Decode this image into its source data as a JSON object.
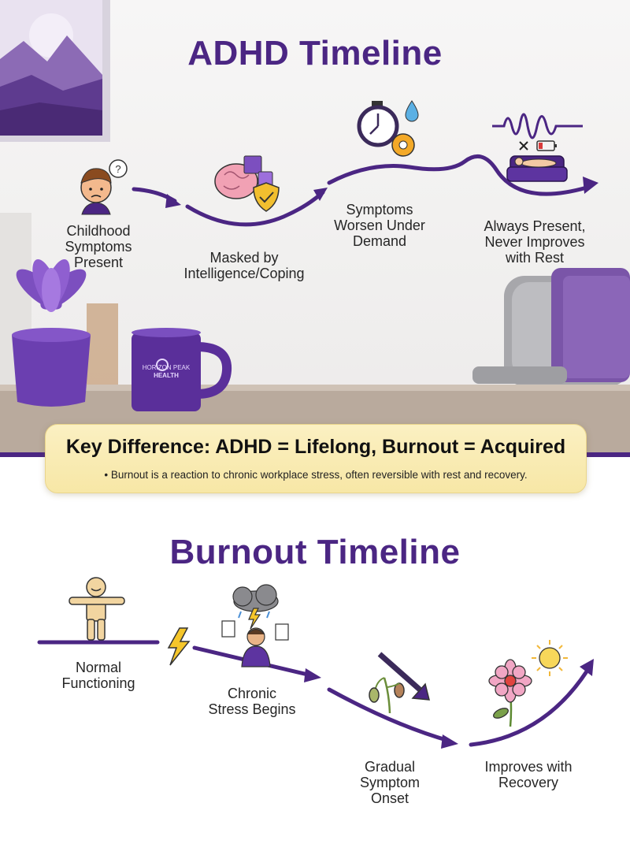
{
  "adhd": {
    "title": "ADHD Timeline",
    "stages": [
      {
        "label": "Childhood\nSymptoms\nPresent",
        "icon": "confused-child-icon"
      },
      {
        "label": "Masked by\nIntelligence/Coping",
        "icon": "brain-puzzle-shield-icon"
      },
      {
        "label": "Symptoms\nWorsen Under\nDemand",
        "icon": "stopwatch-gear-drop-icon"
      },
      {
        "label": "Always Present,\nNever Improves\nwith Rest",
        "icon": "sleep-sofa-low-battery-icon"
      }
    ]
  },
  "mug": {
    "brand_line1": "HORIZON PEAK",
    "brand_line2": "HEALTH"
  },
  "key_difference": {
    "title": "Key Difference: ADHD = Lifelong, Burnout = Acquired",
    "body": "• Burnout is a reaction to chronic workplace stress, often reversible with rest and recovery."
  },
  "burnout": {
    "title": "Burnout Timeline",
    "stages": [
      {
        "label": "Normal\nFunctioning",
        "icon": "happy-person-icon"
      },
      {
        "label": "Chronic\nStress Begins",
        "icon": "stressed-person-storm-cloud-icon"
      },
      {
        "label": "Gradual\nSymptom\nOnset",
        "icon": "wilting-plant-down-arrow-icon"
      },
      {
        "label": "Improves with\nRecovery",
        "icon": "flower-sun-icon"
      }
    ]
  },
  "colors": {
    "accent": "#4b2683",
    "callout": "#f8e9ab",
    "text": "#262626"
  }
}
